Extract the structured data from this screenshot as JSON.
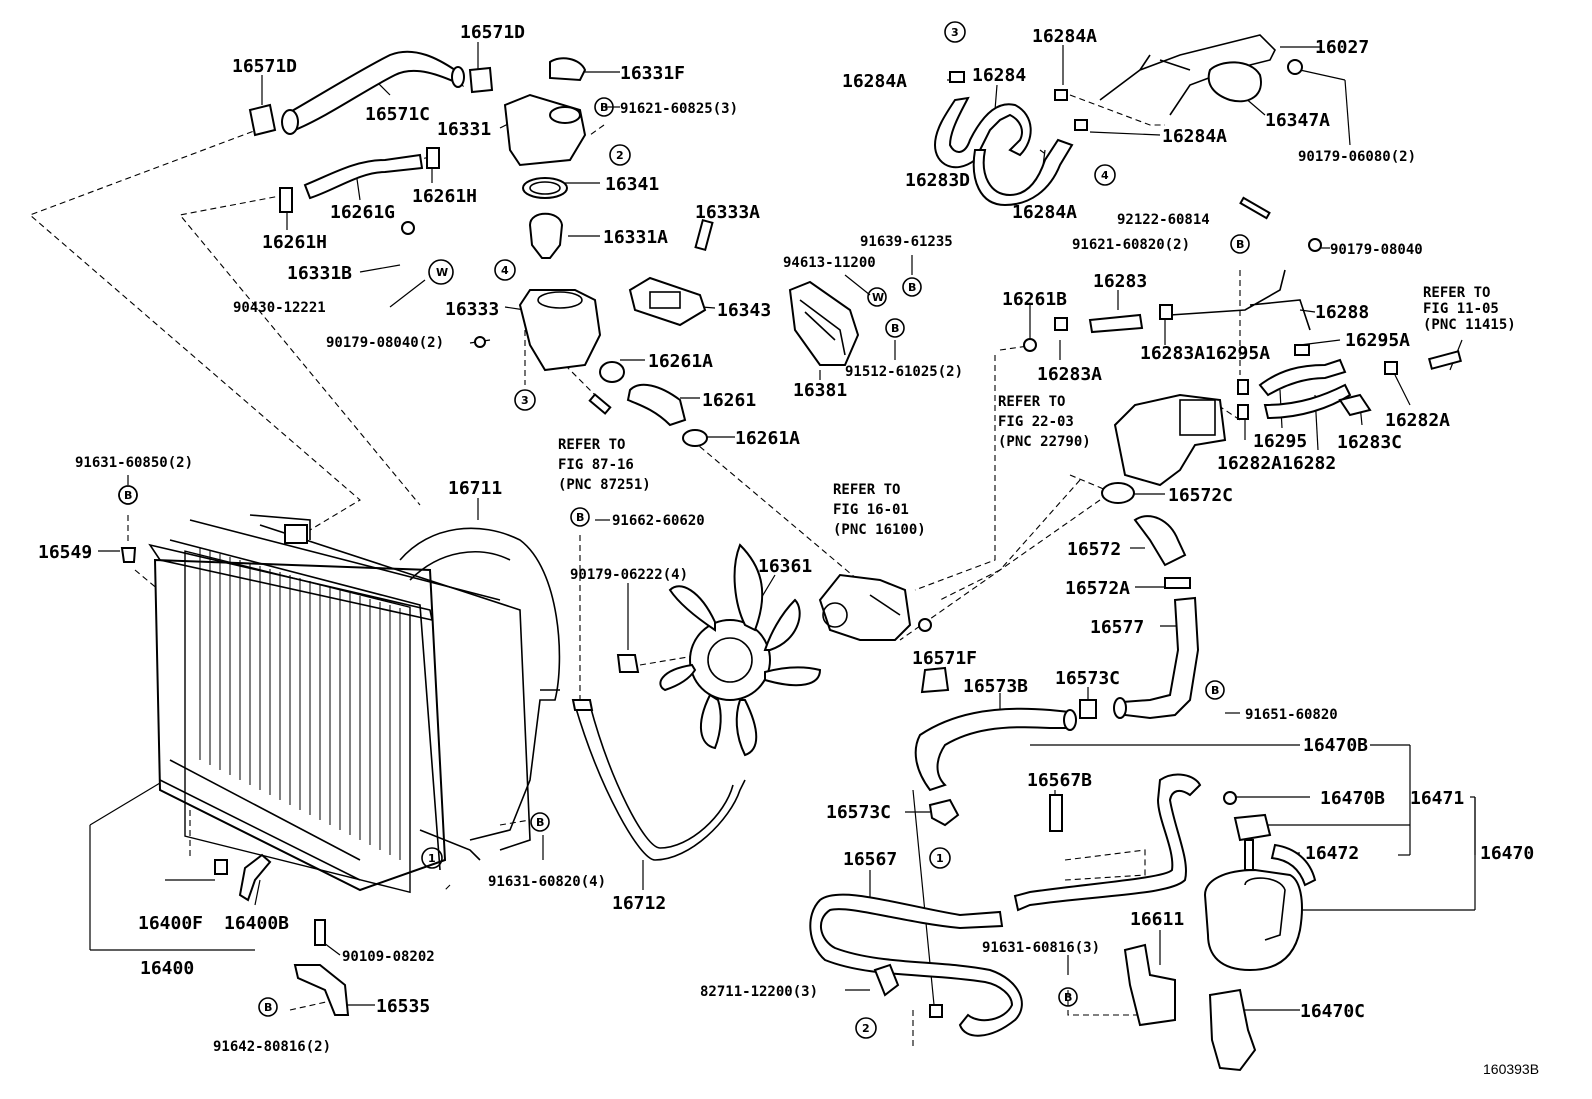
{
  "labels": {
    "p16571D_a": "16571D",
    "p16571D_b": "16571D",
    "p16571C": "16571C",
    "p16331F": "16331F",
    "p91621_60825": "91621-60825(3)",
    "p16331": "16331",
    "p16341": "16341",
    "p16261H_a": "16261H",
    "p16261G": "16261G",
    "p16261H_b": "16261H",
    "p16331A": "16331A",
    "p16333A": "16333A",
    "p16331B": "16331B",
    "p90430": "90430-12221",
    "p16333": "16333",
    "p90179_08040_2": "90179-08040(2)",
    "p16261A_a": "16261A",
    "p16261": "16261",
    "p16261A_b": "16261A",
    "p16343": "16343",
    "p91639": "91639-61235",
    "p94613": "94613-11200",
    "p16381": "16381",
    "p91512": "91512-61025(2)",
    "p16284A_a": "16284A",
    "p16284A_b": "16284A",
    "p16284": "16284",
    "p16283D": "16283D",
    "p16284A_c": "16284A",
    "p16284A_d": "16284A",
    "p16027": "16027",
    "p16347A": "16347A",
    "p90179_06080": "90179-06080(2)",
    "p92122": "92122-60814",
    "p91621_60820": "91621-60820(2)",
    "p90179_08040": "90179-08040",
    "p16261B": "16261B",
    "p16283": "16283",
    "p16288": "16288",
    "p16283A_a": "16283A",
    "p16283A16295A": "16283A16295A",
    "p16295A": "16295A",
    "p16295": "16295",
    "p16282A_a": "16282A",
    "p16282A16282": "16282A16282",
    "p16283C": "16283C",
    "p16572C": "16572C",
    "p16572": "16572",
    "p16572A": "16572A",
    "p16577": "16577",
    "p91631_60850": "91631-60850(2)",
    "p16549": "16549",
    "p16711": "16711",
    "p91662": "91662-60620",
    "p90179_06222": "90179-06222(4)",
    "p16361": "16361",
    "p16571F": "16571F",
    "p16573B": "16573B",
    "p16573C_a": "16573C",
    "p91651": "91651-60820",
    "p16470B_a": "16470B",
    "p16567B": "16567B",
    "p16470B_b": "16470B",
    "p16471": "16471",
    "p16573C_b": "16573C",
    "p16472": "16472",
    "p16470": "16470",
    "p16567": "16567",
    "p91631_60820": "91631-60820(4)",
    "p16712": "16712",
    "p16400F": "16400F",
    "p16400B": "16400B",
    "p16400": "16400",
    "p90109": "90109-08202",
    "p16535": "16535",
    "p91642": "91642-80816(2)",
    "p82711": "82711-12200(3)",
    "p91631_60816": "91631-60816(3)",
    "p16611": "16611",
    "p16470C": "16470C",
    "figure_id": "160393B"
  },
  "refs": {
    "r1_l1": "REFER TO",
    "r1_l2": "FIG 87-16",
    "r1_l3": "(PNC 87251)",
    "r2_l1": "REFER TO",
    "r2_l2": "FIG 16-01",
    "r2_l3": "(PNC 16100)",
    "r3_l1": "REFER TO",
    "r3_l2": "FIG 22-03",
    "r3_l3": "(PNC 22790)",
    "r4_l1": "REFER TO",
    "r4_l2": "FIG 11-05",
    "r4_l3": "(PNC 11415)"
  },
  "symbols": {
    "b": "B",
    "w": "W",
    "c1": "1",
    "c2": "2",
    "c3": "3",
    "c4": "4"
  }
}
